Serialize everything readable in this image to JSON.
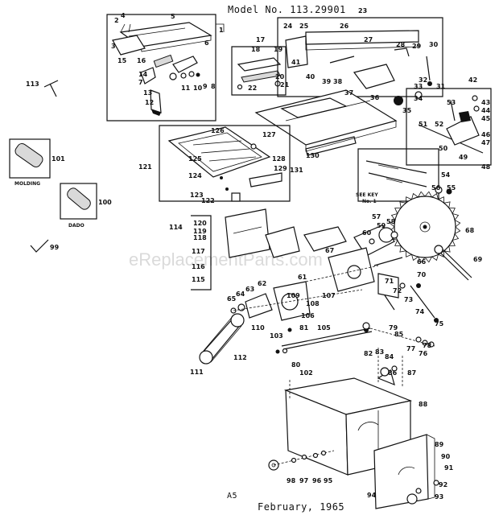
{
  "header": {
    "model": "Model No. 113.29901"
  },
  "footer": {
    "sheet": "A5",
    "date": "February, 1965"
  },
  "watermark": "eReplacementParts.com",
  "captions": {
    "molding": "MOLDING",
    "dado": "DADO",
    "see_key": "SEE KEY",
    "see_key_no": "No. 1"
  },
  "part_numbers": {
    "p1": "1",
    "p2": "2",
    "p3": "3",
    "p4": "4",
    "p5": "5",
    "p6": "6",
    "p7": "7",
    "p8": "8",
    "p9": "9",
    "p10": "10",
    "p11": "11",
    "p12": "12",
    "p13": "13",
    "p14": "14",
    "p15": "15",
    "p16": "16",
    "p17": "17",
    "p18": "18",
    "p19": "19",
    "p20": "20",
    "p21": "21",
    "p22": "22",
    "p23": "23",
    "p24": "24",
    "p25": "25",
    "p26": "26",
    "p27": "27",
    "p28": "28",
    "p29": "29",
    "p30": "30",
    "p31": "31",
    "p32": "32",
    "p33": "33",
    "p34": "34",
    "p35": "35",
    "p36": "36",
    "p37": "37",
    "p38": "38",
    "p39": "39",
    "p40": "40",
    "p41": "41",
    "p42": "42",
    "p43": "43",
    "p44": "44",
    "p45": "45",
    "p46": "46",
    "p47": "47",
    "p48": "48",
    "p49": "49",
    "p50": "50",
    "p51": "51",
    "p52": "52",
    "p53": "53",
    "p54": "54",
    "p55": "55",
    "p56": "56",
    "p57": "57",
    "p58": "58",
    "p59": "59",
    "p60": "60",
    "p61": "61",
    "p62": "62",
    "p63": "63",
    "p64": "64",
    "p65": "65",
    "p66": "66",
    "p67": "67",
    "p68": "68",
    "p69": "69",
    "p70": "70",
    "p71": "71",
    "p72": "72",
    "p73": "73",
    "p74": "74",
    "p75": "75",
    "p76": "76",
    "p77": "77",
    "p78": "78",
    "p79": "79",
    "p80": "80",
    "p81": "81",
    "p82": "82",
    "p83": "83",
    "p84": "84",
    "p85": "85",
    "p86": "86",
    "p87": "87",
    "p88": "88",
    "p89": "89",
    "p90": "90",
    "p91": "91",
    "p92": "92",
    "p93": "93",
    "p94": "94",
    "p95": "95",
    "p96": "96",
    "p97": "97",
    "p98": "98",
    "p99": "99",
    "p100": "100",
    "p101": "101",
    "p102": "102",
    "p103": "103",
    "p105": "105",
    "p106": "106",
    "p107": "107",
    "p108": "108",
    "p109": "109",
    "p110": "110",
    "p111": "111",
    "p112": "112",
    "p113": "113",
    "p114": "114",
    "p115": "115",
    "p116": "116",
    "p117": "117",
    "p118": "118",
    "p119": "119",
    "p120": "120",
    "p121": "121",
    "p122": "122",
    "p123": "123",
    "p124": "124",
    "p125": "125",
    "p126": "126",
    "p127": "127",
    "p128": "128",
    "p129": "129",
    "p130": "130",
    "p131": "131"
  }
}
